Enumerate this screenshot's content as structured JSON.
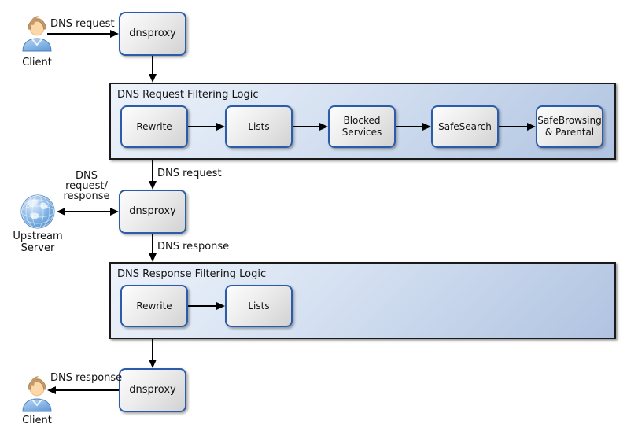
{
  "nodes": {
    "dnsproxy": "dnsproxy"
  },
  "actors": {
    "client_top": "Client",
    "client_bottom": "Client",
    "upstream_server": "Upstream\nServer"
  },
  "edge_labels": {
    "dns_request_top": "DNS request",
    "dns_request_mid": "DNS request",
    "dns_request_response": "DNS\nrequest/\nresponse",
    "dns_response_mid": "DNS response",
    "dns_response_bottom": "DNS response"
  },
  "containers": [
    {
      "title": "DNS Request Filtering Logic",
      "boxes": [
        "Rewrite",
        "Lists",
        "Blocked Services",
        "SafeSearch",
        "SafeBrowsing & Parental"
      ]
    },
    {
      "title": "DNS Response Filtering Logic",
      "boxes": [
        "Rewrite",
        "Lists"
      ]
    }
  ],
  "colors": {
    "node_border": "#2b5caa",
    "node_fill_light": "#fdfdfd",
    "node_fill_dark": "#d2d2d2",
    "container_fill_light": "#eef3fb",
    "container_fill_dark": "#b0c3e1",
    "container_border": "#1a1a1a",
    "arrow": "#000000"
  }
}
